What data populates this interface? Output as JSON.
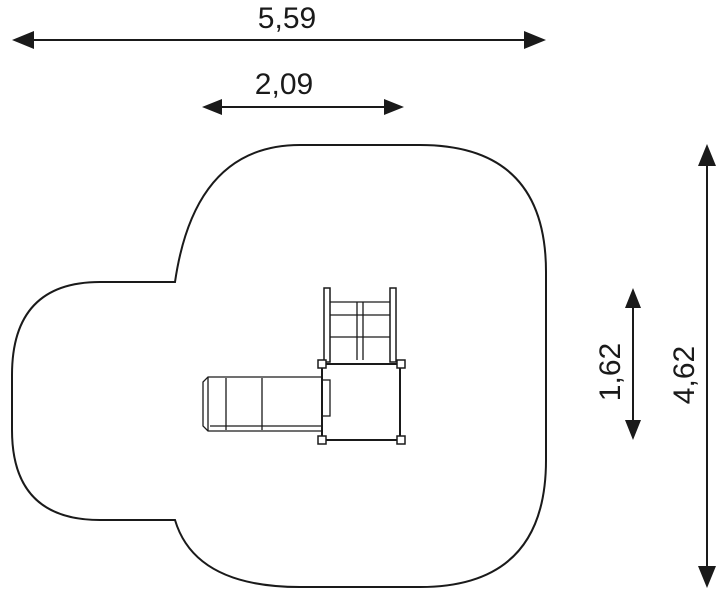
{
  "dimensions": {
    "overall_width": "5,59",
    "inner_width": "2,09",
    "platform_depth": "1,62",
    "overall_depth": "4,62"
  },
  "colors": {
    "line": "#1a1a1a",
    "background": "#ffffff"
  }
}
